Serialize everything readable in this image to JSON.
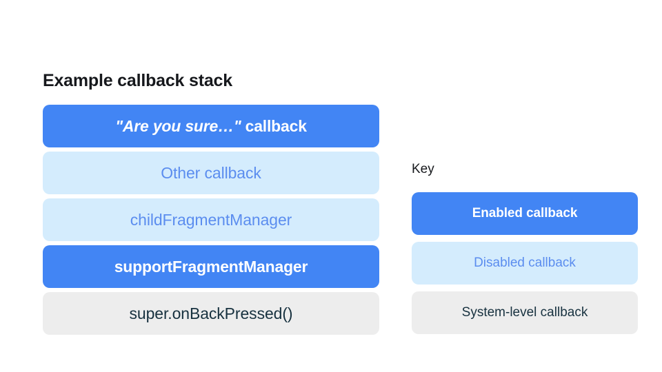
{
  "stack": {
    "title": "Example callback stack",
    "items": [
      {
        "id": "are-you-sure-callback",
        "label": "\"Are you sure…\" callback",
        "quoted_part": "\"Are you sure…\"",
        "plain_part": "callback",
        "state": "enabled",
        "bg": "#4285F4",
        "fg": "#FFFFFF"
      },
      {
        "id": "other-callback",
        "label": "Other callback",
        "state": "disabled",
        "bg": "#D4ECFD",
        "fg": "#5B8DEF"
      },
      {
        "id": "child-fragment-manager",
        "label": "childFragmentManager",
        "state": "disabled",
        "bg": "#D4ECFD",
        "fg": "#5B8DEF"
      },
      {
        "id": "support-fragment-manager",
        "label": "supportFragmentManager",
        "state": "enabled",
        "bg": "#4285F4",
        "fg": "#FFFFFF"
      },
      {
        "id": "super-on-back-pressed",
        "label": "super.onBackPressed()",
        "state": "system",
        "bg": "#EDEDED",
        "fg": "#17313F"
      }
    ]
  },
  "key": {
    "title": "Key",
    "items": [
      {
        "id": "key-enabled",
        "label": "Enabled callback",
        "state": "enabled",
        "bg": "#4285F4",
        "fg": "#FFFFFF"
      },
      {
        "id": "key-disabled",
        "label": "Disabled callback",
        "state": "disabled",
        "bg": "#D4ECFD",
        "fg": "#5B8DEF"
      },
      {
        "id": "key-system",
        "label": "System-level callback",
        "state": "system",
        "bg": "#EDEDED",
        "fg": "#17313F"
      }
    ]
  },
  "colors": {
    "enabled_bg": "#4285F4",
    "enabled_fg": "#FFFFFF",
    "disabled_bg": "#D4ECFD",
    "disabled_fg": "#5B8DEF",
    "system_bg": "#EDEDED",
    "system_fg": "#17313F",
    "page_bg": "#FFFFFF",
    "heading_fg": "#16181C"
  }
}
